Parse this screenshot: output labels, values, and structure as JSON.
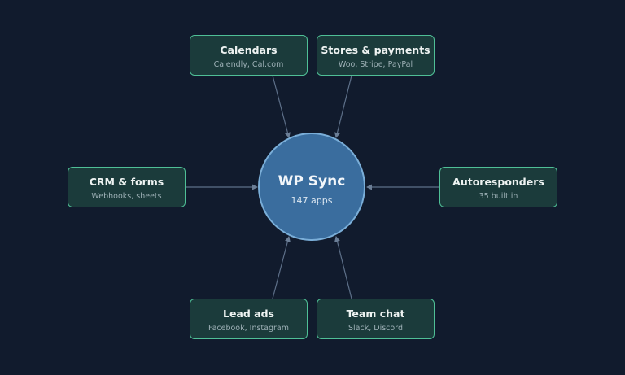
{
  "hub": {
    "title": "WP Sync",
    "subtitle": "147 apps"
  },
  "nodes": [
    {
      "title": "Calendars",
      "subtitle": "Calendly, Cal.com"
    },
    {
      "title": "Stores & payments",
      "subtitle": "Woo, Stripe, PayPal"
    },
    {
      "title": "CRM & forms",
      "subtitle": "Webhooks, sheets"
    },
    {
      "title": "Autoresponders",
      "subtitle": "35 built in"
    },
    {
      "title": "Lead ads",
      "subtitle": "Facebook, Instagram"
    },
    {
      "title": "Team chat",
      "subtitle": "Slack, Discord"
    }
  ],
  "colors": {
    "background": "#111b2d",
    "hub_fill": "#3a6d9e",
    "hub_border": "#7aaed8",
    "node_fill": "#1b3b3b",
    "node_border": "#4fbf96",
    "connector": "#5d6f88"
  }
}
